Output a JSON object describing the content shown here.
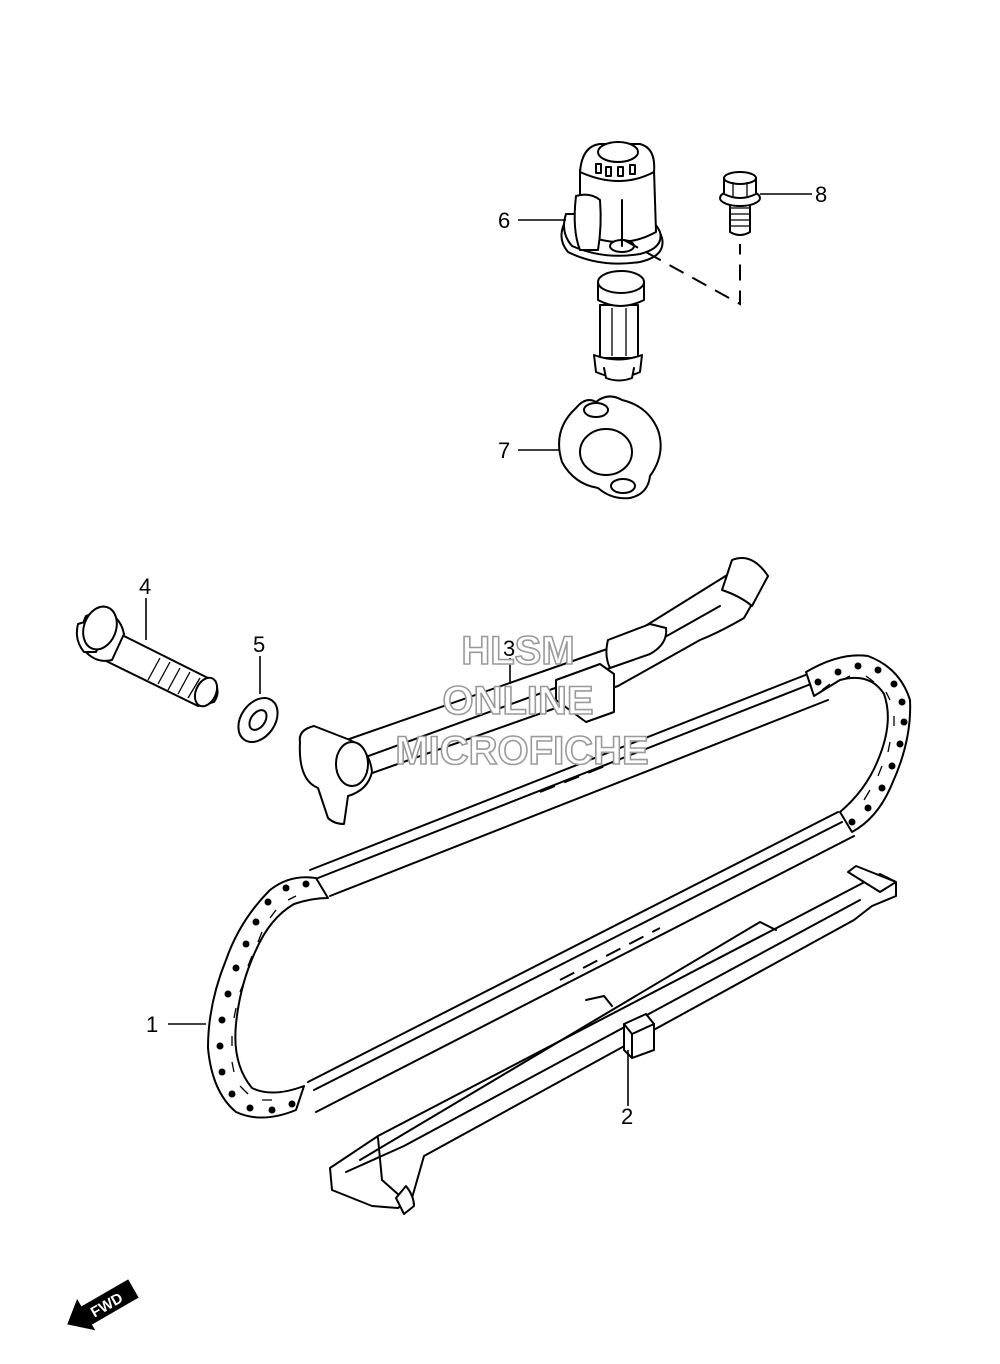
{
  "callouts": {
    "c1": "1",
    "c2": "2",
    "c3": "3",
    "c4": "4",
    "c5": "5",
    "c6": "6",
    "c7": "7",
    "c8": "8"
  },
  "watermark": {
    "line1": "HLSM",
    "line2": "ONLINE",
    "line3": "MICROFICHE"
  },
  "direction_marker": {
    "label": "FWD",
    "icon": "arrow-down-left-icon"
  }
}
